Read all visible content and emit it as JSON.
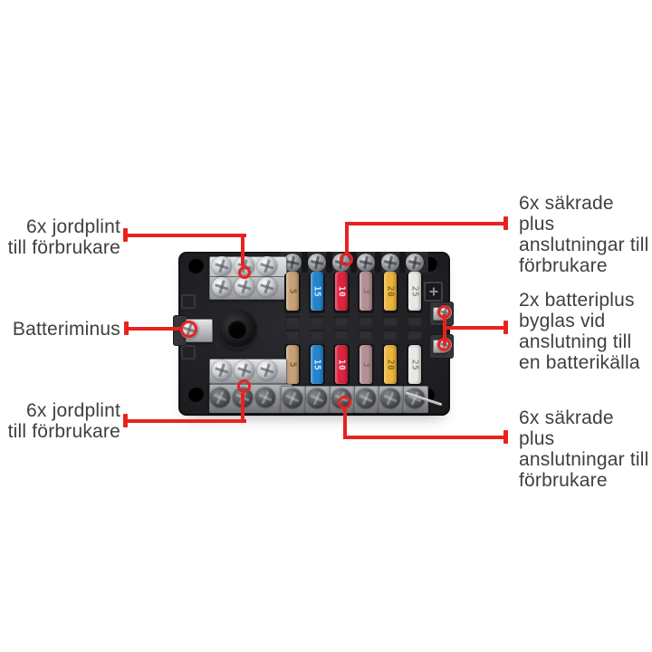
{
  "diagram": {
    "labels": {
      "top_left": [
        "6x jordplint",
        "till förbrukare"
      ],
      "middle_left": [
        "Batteriminus"
      ],
      "bottom_left": [
        "6x jordplint",
        "till förbrukare"
      ],
      "top_right": [
        "6x säkrade plus",
        "anslutningar till",
        "förbrukare"
      ],
      "middle_right": [
        "2x batteriplus",
        "byglas vid",
        "anslutning till",
        "en batterikälla"
      ],
      "bottom_right": [
        "6x säkrade plus",
        "anslutningar till",
        "förbrukare"
      ]
    },
    "colors": {
      "callout_red": "#e7231f",
      "label_text": "#3f3f3f",
      "background": "#ffffff"
    }
  },
  "fusebox": {
    "columns": [
      {
        "label": "5",
        "color": "#c8a277",
        "text_color": "#7a5c33"
      },
      {
        "label": "15",
        "color": "#2484cd",
        "text_color": "#dcebf8"
      },
      {
        "label": "10",
        "color": "#dc2440",
        "text_color": "#f6dfe2"
      },
      {
        "label": "3",
        "color": "#b48f94",
        "text_color": "#8a686d"
      },
      {
        "label": "20",
        "color": "#ecb53d",
        "text_color": "#8a6a1c"
      },
      {
        "label": "25",
        "color": "#eae8e3",
        "text_color": "#8f8d86"
      }
    ]
  }
}
